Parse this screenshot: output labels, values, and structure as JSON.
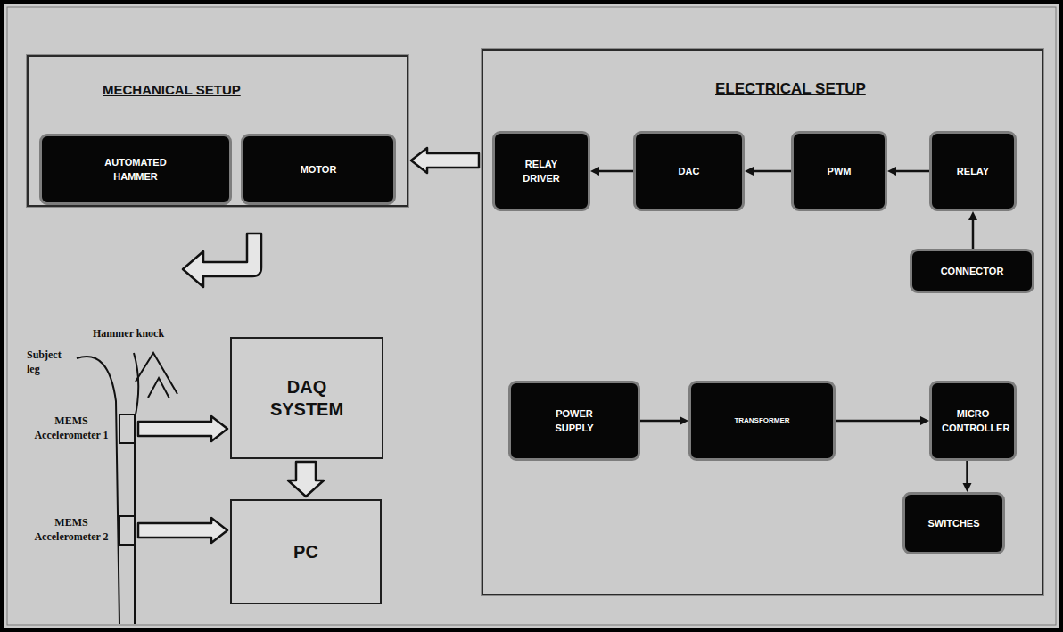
{
  "diagram": {
    "nodes": [
      {
        "text": [
          "MECHANICAL SETUP"
        ]
      },
      {
        "text": [
          "AUTOMATED HAMMER"
        ],
        "in": 0
      },
      {
        "text": [
          "MOTOR"
        ],
        "in": 0
      },
      {
        "text": [
          "MEMS Accelerometer 1"
        ]
      },
      {
        "text": [
          "MEMS Accelerometer 2"
        ]
      },
      {
        "text": [
          "DAQ SYSTEM"
        ]
      },
      {
        "text": [
          "PC"
        ]
      },
      {
        "text": [
          "ELECTRICAL SETUP"
        ]
      },
      {
        "text": [
          "RELAY DRIVER"
        ],
        "in": 7
      },
      {
        "text": [
          "DAC"
        ],
        "in": 7
      },
      {
        "text": [
          "PWM"
        ],
        "in": 7
      },
      {
        "text": [
          "RELAY"
        ],
        "in": 7
      },
      {
        "text": [
          "CONNECTOR"
        ],
        "in": 7
      },
      {
        "text": [
          "POWER SUPPLY"
        ],
        "in": 7
      },
      {
        "text": [
          "TRANSFORMER"
        ],
        "in": 7
      },
      {
        "text": [
          "MICRO CONTROLLER"
        ],
        "in": 7
      },
      {
        "text": [
          "SWITCHES"
        ],
        "in": 7
      }
    ],
    "edges": [
      {
        "from": 7,
        "to": 0,
        "arrow": "to"
      },
      {
        "from": 3,
        "to": 5,
        "arrow": "to"
      },
      {
        "from": 4,
        "to": 6,
        "arrow": "to"
      },
      {
        "from": 5,
        "to": 6,
        "arrow": "to"
      },
      {
        "from": 11,
        "to": 10,
        "arrow": "to"
      },
      {
        "from": 10,
        "to": 9,
        "arrow": "to"
      },
      {
        "from": 9,
        "to": 8,
        "arrow": "to"
      },
      {
        "from": 12,
        "to": 11,
        "arrow": "to"
      },
      {
        "from": 13,
        "to": 14,
        "arrow": "to"
      },
      {
        "from": 14,
        "to": 15,
        "arrow": "to"
      },
      {
        "from": 15,
        "to": 16,
        "arrow": "to"
      }
    ],
    "labels": [
      "Hammer knock",
      "Subject leg"
    ]
  }
}
